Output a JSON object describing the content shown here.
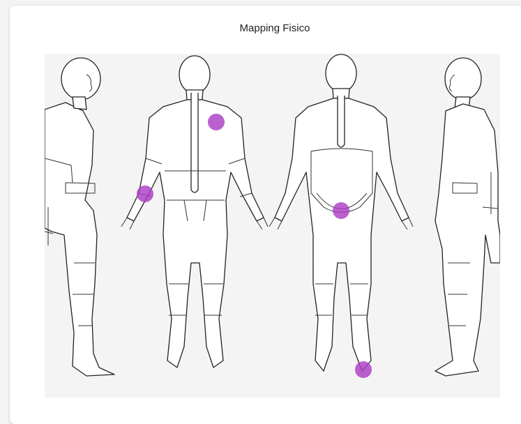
{
  "card": {
    "title": "Mapping Fisico"
  },
  "body_map": {
    "views": [
      "side-left",
      "back",
      "front",
      "side-right"
    ],
    "marker_color": "#ac3ec4",
    "markers": [
      {
        "view": "back",
        "region": "left-shoulder-blade"
      },
      {
        "view": "back",
        "region": "right-elbow"
      },
      {
        "view": "front",
        "region": "lower-abdomen"
      },
      {
        "view": "front",
        "region": "left-foot"
      }
    ]
  }
}
